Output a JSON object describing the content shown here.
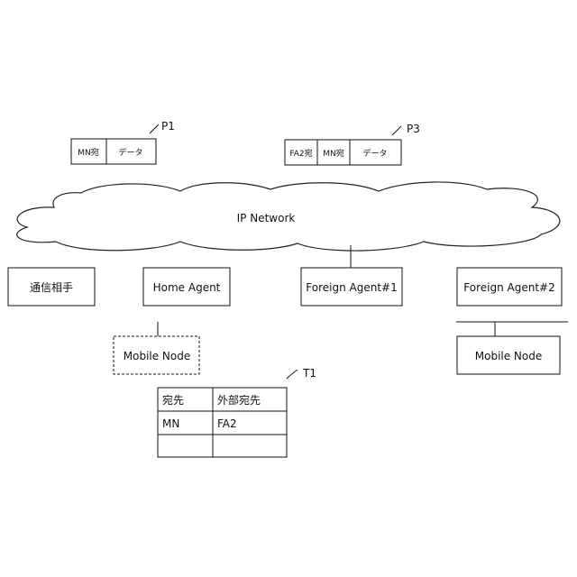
{
  "labels": {
    "p1": "P1",
    "p3": "P3",
    "t1": "T1",
    "cloud": "IP Network"
  },
  "packets": {
    "p1": {
      "dest": "MN宛",
      "data": "データ"
    },
    "p3": {
      "outer": "FA2宛",
      "inner": "MN宛",
      "data": "データ"
    }
  },
  "nodes": {
    "correspondent": "通信相手",
    "home_agent": "Home Agent",
    "foreign_agent_1": "Foreign Agent#1",
    "foreign_agent_2": "Foreign Agent#2",
    "mobile_node_old": "Mobile Node",
    "mobile_node_new": "Mobile Node"
  },
  "table": {
    "headers": [
      "宛先",
      "外部宛先"
    ],
    "rows": [
      [
        "MN",
        "FA2"
      ],
      [
        "",
        ""
      ]
    ]
  }
}
